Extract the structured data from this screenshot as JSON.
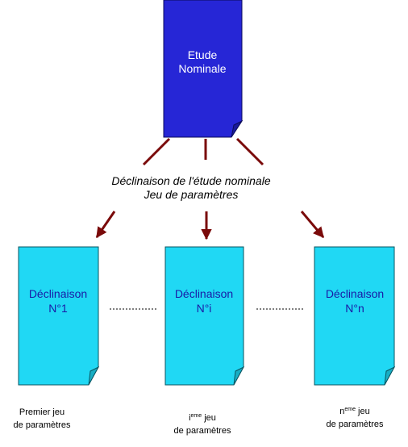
{
  "nominal": {
    "line1": "Etude",
    "line2": "Nominale"
  },
  "caption": {
    "line1": "Déclinaison de l'étude nominale",
    "line2": "Jeu de paramètres"
  },
  "declinations": [
    {
      "line1": "Déclinaison",
      "line2": "N°1"
    },
    {
      "line1": "Déclinaison",
      "line2": "N°i"
    },
    {
      "line1": "Déclinaison",
      "line2": "N°n"
    }
  ],
  "labels": {
    "first": {
      "line1": "Premier jeu",
      "line2": "de paramètres"
    },
    "ith": {
      "base": "i",
      "sup": "eme",
      "rest": " jeu",
      "line2": "de paramètres"
    },
    "nth": {
      "base": "n",
      "sup": "eme",
      "rest": " jeu",
      "line2": "de paramètres"
    }
  },
  "colors": {
    "nominal_fill": "#2626d6",
    "declination_fill": "#20d8f4",
    "arrow": "#7a0a0a",
    "text_on_nominal": "#ffffff",
    "text_on_declination": "#1a1aa6"
  }
}
